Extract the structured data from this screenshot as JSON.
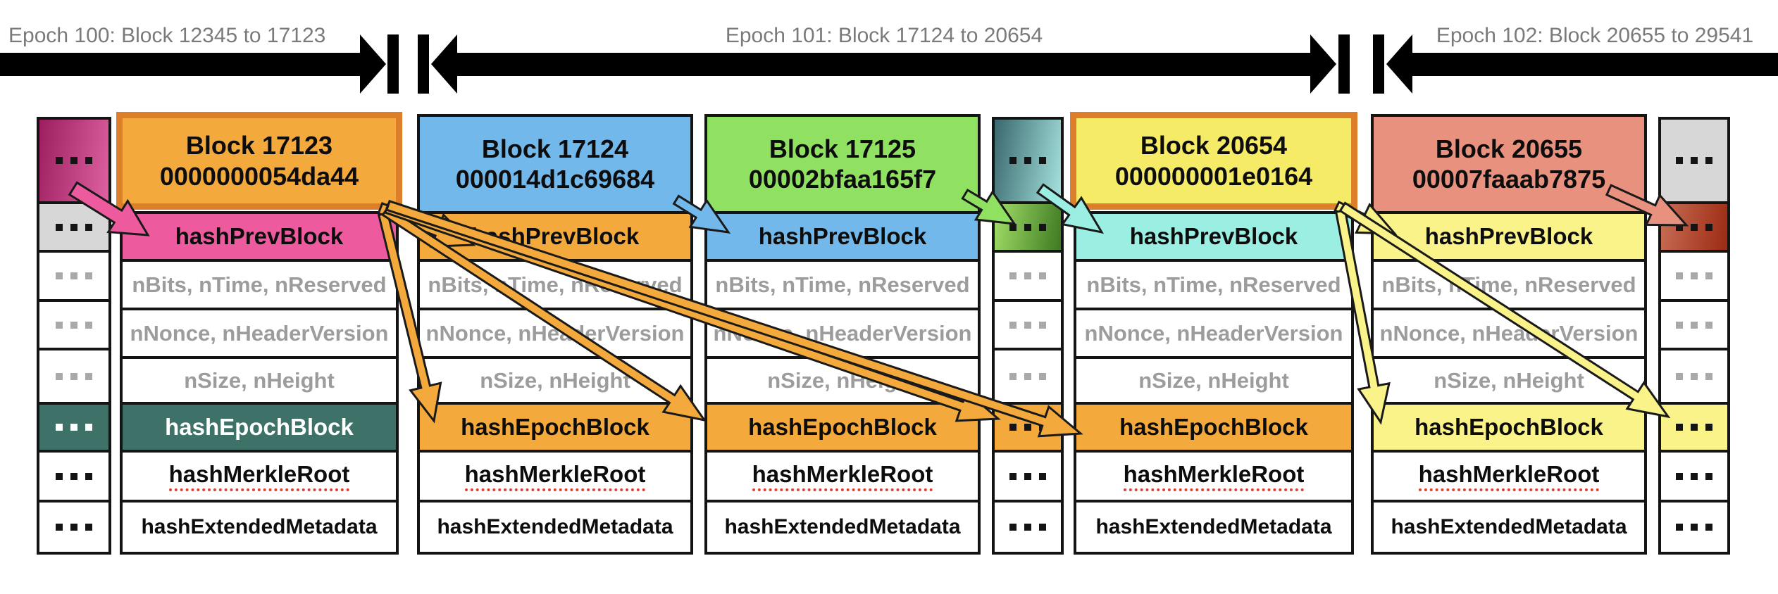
{
  "epoch_band": {
    "epochs": [
      {
        "label": "Epoch 100: Block 12345 to 17123"
      },
      {
        "label": "Epoch 101: Block 17124 to 20654"
      },
      {
        "label": "Epoch 102: Block 20655 to 29541"
      }
    ],
    "text_color": "#7a7a7a",
    "arrow_color": "#000000"
  },
  "ellipsis": "...",
  "colors": {
    "orange": "#f3a93c",
    "orange_border": "#dd7e2b",
    "pink": "#ee5a9e",
    "blue": "#72b8eb",
    "green": "#90e162",
    "yellow": "#f6eb66",
    "yellow_light": "#faf389",
    "cyan": "#9befe2",
    "salmon": "#e9917f",
    "teal_dark": "#3e7168",
    "gray_cell": "#d7d7d7",
    "gray_text": "#9c9c9c",
    "underline_red": "#e04038",
    "grad_pink": [
      "#9c1e5f",
      "#de61a2"
    ],
    "grad_teal": [
      "#3a686d",
      "#a5e2de"
    ],
    "grad_green": [
      "#a2de68",
      "#3e7a22"
    ],
    "grad_red": [
      "#c86e56",
      "#9c2a12"
    ]
  },
  "columns": [
    {
      "id": "ellipsis-left",
      "type": "ellipsis",
      "cells": [
        {
          "row": "header",
          "bg": "grad_pink",
          "dots": "black"
        },
        {
          "row": "hashPrevBlock",
          "bg": "gray_cell",
          "dots": "black"
        },
        {
          "row": "nBits",
          "bg": "white",
          "dots": "gray"
        },
        {
          "row": "nNonce",
          "bg": "white",
          "dots": "gray"
        },
        {
          "row": "nSize",
          "bg": "white",
          "dots": "gray"
        },
        {
          "row": "hashEpochBlock",
          "bg": "teal_dark",
          "dots": "white"
        },
        {
          "row": "hashMerkleRoot",
          "bg": "white",
          "dots": "black"
        },
        {
          "row": "hashExtendedMetadata",
          "bg": "white",
          "dots": "black"
        }
      ]
    },
    {
      "id": "block-17123",
      "type": "block",
      "epoch_block": true,
      "title": "Block 17123",
      "hash": "0000000054da44",
      "header_bg": "orange",
      "fields": [
        {
          "label": "hashPrevBlock",
          "bg": "pink",
          "text": "black"
        },
        {
          "label": "nBits, nTime, nReserved",
          "bg": "white",
          "text": "gray"
        },
        {
          "label": "nNonce, nHeaderVersion",
          "bg": "white",
          "text": "gray"
        },
        {
          "label": "nSize, nHeight",
          "bg": "white",
          "text": "gray"
        },
        {
          "label": "hashEpochBlock",
          "bg": "teal_dark",
          "text": "white"
        },
        {
          "label": "hashMerkleRoot",
          "bg": "white",
          "text": "black",
          "underline": true
        },
        {
          "label": "hashExtendedMetadata",
          "bg": "white",
          "text": "black",
          "small": true
        }
      ]
    },
    {
      "id": "block-17124",
      "type": "block",
      "epoch_block": false,
      "title": "Block 17124",
      "hash": "000014d1c69684",
      "header_bg": "blue",
      "fields": [
        {
          "label": "hashPrevBlock",
          "bg": "orange",
          "text": "black"
        },
        {
          "label": "nBits, nTime, nReserved",
          "bg": "white",
          "text": "gray"
        },
        {
          "label": "nNonce, nHeaderVersion",
          "bg": "white",
          "text": "gray"
        },
        {
          "label": "nSize, nHeight",
          "bg": "white",
          "text": "gray"
        },
        {
          "label": "hashEpochBlock",
          "bg": "orange",
          "text": "black"
        },
        {
          "label": "hashMerkleRoot",
          "bg": "white",
          "text": "black",
          "underline": true
        },
        {
          "label": "hashExtendedMetadata",
          "bg": "white",
          "text": "black",
          "small": true
        }
      ]
    },
    {
      "id": "block-17125",
      "type": "block",
      "epoch_block": false,
      "title": "Block 17125",
      "hash": "00002bfaa165f7",
      "header_bg": "green",
      "fields": [
        {
          "label": "hashPrevBlock",
          "bg": "blue",
          "text": "black"
        },
        {
          "label": "nBits, nTime, nReserved",
          "bg": "white",
          "text": "gray"
        },
        {
          "label": "nNonce, nHeaderVersion",
          "bg": "white",
          "text": "gray"
        },
        {
          "label": "nSize, nHeight",
          "bg": "white",
          "text": "gray"
        },
        {
          "label": "hashEpochBlock",
          "bg": "orange",
          "text": "black"
        },
        {
          "label": "hashMerkleRoot",
          "bg": "white",
          "text": "black",
          "underline": true
        },
        {
          "label": "hashExtendedMetadata",
          "bg": "white",
          "text": "black",
          "small": true
        }
      ]
    },
    {
      "id": "ellipsis-mid",
      "type": "ellipsis",
      "cells": [
        {
          "row": "header",
          "bg": "grad_teal",
          "dots": "black"
        },
        {
          "row": "hashPrevBlock",
          "bg": "grad_green",
          "dots": "black"
        },
        {
          "row": "nBits",
          "bg": "white",
          "dots": "gray"
        },
        {
          "row": "nNonce",
          "bg": "white",
          "dots": "gray"
        },
        {
          "row": "nSize",
          "bg": "white",
          "dots": "gray"
        },
        {
          "row": "hashEpochBlock",
          "bg": "orange",
          "dots": "black"
        },
        {
          "row": "hashMerkleRoot",
          "bg": "white",
          "dots": "black"
        },
        {
          "row": "hashExtendedMetadata",
          "bg": "white",
          "dots": "black"
        }
      ]
    },
    {
      "id": "block-20654",
      "type": "block",
      "epoch_block": true,
      "title": "Block 20654",
      "hash": "000000001e0164",
      "header_bg": "yellow",
      "fields": [
        {
          "label": "hashPrevBlock",
          "bg": "cyan",
          "text": "black"
        },
        {
          "label": "nBits, nTime, nReserved",
          "bg": "white",
          "text": "gray"
        },
        {
          "label": "nNonce, nHeaderVersion",
          "bg": "white",
          "text": "gray"
        },
        {
          "label": "nSize, nHeight",
          "bg": "white",
          "text": "gray"
        },
        {
          "label": "hashEpochBlock",
          "bg": "orange",
          "text": "black"
        },
        {
          "label": "hashMerkleRoot",
          "bg": "white",
          "text": "black",
          "underline": true
        },
        {
          "label": "hashExtendedMetadata",
          "bg": "white",
          "text": "black",
          "small": true
        }
      ]
    },
    {
      "id": "block-20655",
      "type": "block",
      "epoch_block": false,
      "title": "Block 20655",
      "hash": "00007faaab7875",
      "header_bg": "salmon",
      "fields": [
        {
          "label": "hashPrevBlock",
          "bg": "yellow_light",
          "text": "black"
        },
        {
          "label": "nBits, nTime, nReserved",
          "bg": "white",
          "text": "gray"
        },
        {
          "label": "nNonce, nHeaderVersion",
          "bg": "white",
          "text": "gray"
        },
        {
          "label": "nSize, nHeight",
          "bg": "white",
          "text": "gray"
        },
        {
          "label": "hashEpochBlock",
          "bg": "yellow_light",
          "text": "black"
        },
        {
          "label": "hashMerkleRoot",
          "bg": "white",
          "text": "black",
          "underline": true
        },
        {
          "label": "hashExtendedMetadata",
          "bg": "white",
          "text": "black",
          "small": true
        }
      ]
    },
    {
      "id": "ellipsis-right",
      "type": "ellipsis",
      "cells": [
        {
          "row": "header",
          "bg": "gray_cell",
          "dots": "black"
        },
        {
          "row": "hashPrevBlock",
          "bg": "grad_red",
          "dots": "black"
        },
        {
          "row": "nBits",
          "bg": "white",
          "dots": "gray"
        },
        {
          "row": "nNonce",
          "bg": "white",
          "dots": "gray"
        },
        {
          "row": "nSize",
          "bg": "white",
          "dots": "gray"
        },
        {
          "row": "hashEpochBlock",
          "bg": "yellow_light",
          "dots": "black"
        },
        {
          "row": "hashMerkleRoot",
          "bg": "white",
          "dots": "black"
        },
        {
          "row": "hashExtendedMetadata",
          "bg": "white",
          "dots": "black"
        }
      ]
    },
    {
      "id": "_end",
      "type": "none",
      "cells": []
    }
  ],
  "arrows": [
    {
      "id": "prev-to-17123-prev",
      "color": "pink",
      "from": "ellipsis-left-header",
      "to": "block-17123-hashPrevBlock"
    },
    {
      "id": "17123-to-17124-prev",
      "color": "orange",
      "from": "block-17123-header",
      "to": "block-17124-hashPrevBlock"
    },
    {
      "id": "17123-to-17124-epoch",
      "color": "orange",
      "from": "block-17123-header",
      "to": "block-17124-hashEpochBlock"
    },
    {
      "id": "17123-to-17125-epoch",
      "color": "orange",
      "from": "block-17123-header",
      "to": "block-17125-hashEpochBlock"
    },
    {
      "id": "17123-to-mid-epoch",
      "color": "orange",
      "from": "block-17123-header",
      "to": "ellipsis-mid-hashEpochBlock"
    },
    {
      "id": "17123-to-20654-epoch",
      "color": "orange",
      "from": "block-17123-header",
      "to": "block-20654-hashEpochBlock"
    },
    {
      "id": "17124-to-17125-prev",
      "color": "blue",
      "from": "block-17124-header",
      "to": "block-17125-hashPrevBlock"
    },
    {
      "id": "17125-to-mid-prev",
      "color": "green",
      "from": "block-17125-header",
      "to": "ellipsis-mid-hashPrevBlock"
    },
    {
      "id": "mid-to-20654-prev",
      "color": "cyan",
      "from": "ellipsis-mid-header",
      "to": "block-20654-hashPrevBlock"
    },
    {
      "id": "20654-to-20655-prev",
      "color": "yellow_light",
      "from": "block-20654-header",
      "to": "block-20655-hashPrevBlock"
    },
    {
      "id": "20654-to-20655-epoch",
      "color": "yellow_light",
      "from": "block-20654-header",
      "to": "block-20655-hashEpochBlock"
    },
    {
      "id": "20654-to-right-epoch",
      "color": "yellow_light",
      "from": "block-20654-header",
      "to": "ellipsis-right-hashEpochBlock"
    },
    {
      "id": "20655-to-right-prev",
      "color": "salmon",
      "from": "block-20655-header",
      "to": "ellipsis-right-hashPrevBlock"
    }
  ]
}
